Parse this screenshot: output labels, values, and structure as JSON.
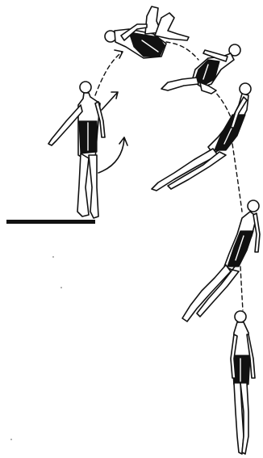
{
  "illustration": {
    "figure_count": 6,
    "colors": {
      "ink": "#111111",
      "paper": "#ffffff"
    },
    "parts": [
      "diving-board",
      "diver-standing",
      "diver-pike-tuck",
      "diver-crouch",
      "diver-arch",
      "diver-descending",
      "diver-entry",
      "trajectory-path",
      "takeoff-arrow",
      "swing-arrow"
    ]
  }
}
